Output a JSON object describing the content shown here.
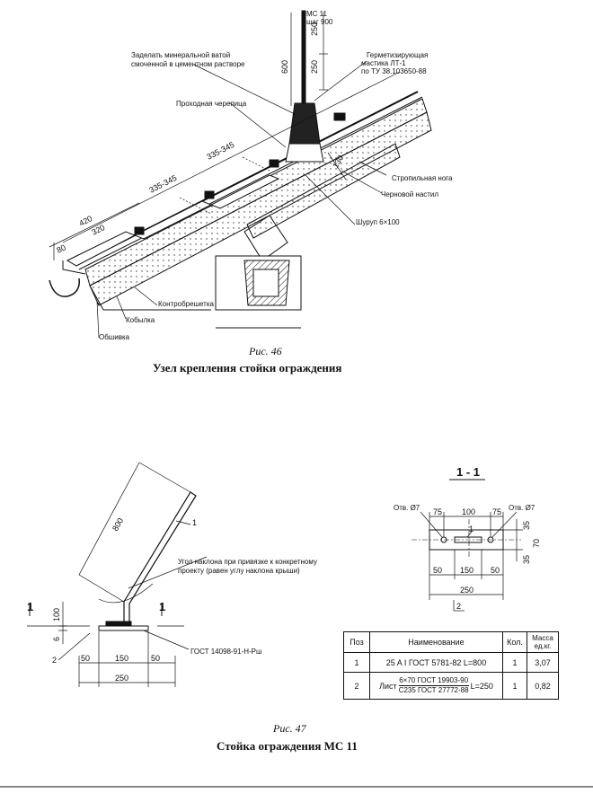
{
  "fig46": {
    "labels": {
      "ms11": "МС 11",
      "step": "шаг 900",
      "seal_mineral_1": "Заделать минеральной ватой",
      "seal_mineral_2": "смоченной в цементном растворе",
      "pass_tile": "Проходная черепица",
      "germ_1": "Герметизирующая",
      "germ_2": "мастика ЛТ-1",
      "germ_3": "по ТУ 38.103650-88",
      "rafter": "Стропильная нога",
      "rough_deck": "Черновой настил",
      "screw": "Шуруп 6×100",
      "counter_batten": "Контробрешетка",
      "kobylka": "Кобылка",
      "sheathing": "Обшивка"
    },
    "dims": {
      "d250a": "250",
      "d250b": "250",
      "d600": "600",
      "d130": "130",
      "d335a": "335-345",
      "d335b": "335-345",
      "d420": "420",
      "d320": "320",
      "d80": "80"
    },
    "caption": "Рис. 46",
    "title": "Узел крепления стойки ограждения"
  },
  "fig47": {
    "labels": {
      "len800": "800",
      "pos1": "1",
      "pos2": "2",
      "angle_1": "Угол наклона при привязке к конкретному",
      "angle_2": "проекту (равен углу наклона крыши)",
      "gost": "ГОСТ 14098-91-Н-Рш",
      "cut_mark": "1",
      "d100": "100",
      "d6": "6",
      "d50a": "50",
      "d150": "150",
      "d50b": "50",
      "d250": "250"
    },
    "section": {
      "title": "1 - 1",
      "hole_left": "Отв. Ø7",
      "hole_right": "Отв. Ø7",
      "d75a": "75",
      "d100": "100",
      "d75b": "75",
      "d35a": "35",
      "d70": "70",
      "d35b": "35",
      "d50a": "50",
      "d150": "150",
      "d50b": "50",
      "d250": "250",
      "pos1": "1",
      "pos2": "2"
    },
    "table": {
      "headers": [
        "Поз",
        "Наименование",
        "Кол.",
        "Масса ед.кг."
      ],
      "rows": [
        {
          "pos": "1",
          "name": "25 A I ГОСТ 5781-82 L=800",
          "qty": "1",
          "mass": "3,07"
        },
        {
          "pos": "2",
          "prefix": "Лист",
          "name_top": "6×70 ГОСТ 19903-90",
          "name_bottom": "С235 ГОСТ 27772-88",
          "suffix": "L=250",
          "qty": "1",
          "mass": "0,82"
        }
      ]
    },
    "caption": "Рис. 47",
    "title": "Стойка ограждения МС 11"
  }
}
